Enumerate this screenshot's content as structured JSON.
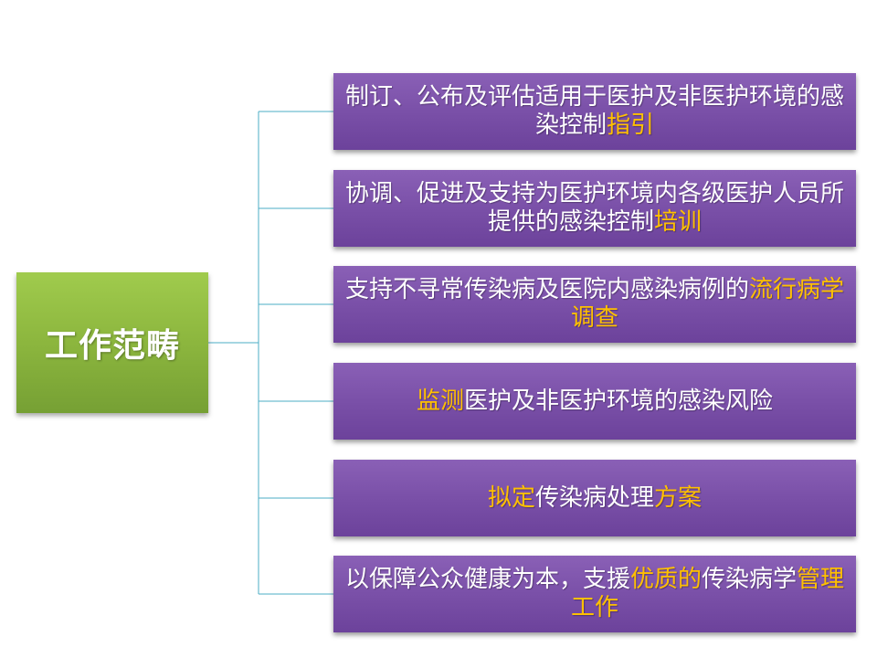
{
  "root": {
    "label": "工作范畴"
  },
  "items": [
    {
      "segments": [
        {
          "text": "制订、公布及评估适用于医护及非医护环境的感染控制",
          "highlight": false
        },
        {
          "text": "指引",
          "highlight": true
        }
      ]
    },
    {
      "segments": [
        {
          "text": "协调、促进及支持为医护环境内各级医护人员所提供的感染控制",
          "highlight": false
        },
        {
          "text": "培训",
          "highlight": true
        }
      ]
    },
    {
      "segments": [
        {
          "text": "支持不寻常传染病及医院内感染病例的",
          "highlight": false
        },
        {
          "text": "流行病学调查",
          "highlight": true
        }
      ]
    },
    {
      "segments": [
        {
          "text": "监测",
          "highlight": true
        },
        {
          "text": "医护及非医护环境的感染风险",
          "highlight": false
        }
      ]
    },
    {
      "segments": [
        {
          "text": "拟定",
          "highlight": true
        },
        {
          "text": "传染病处理",
          "highlight": false
        },
        {
          "text": "方案",
          "highlight": true
        }
      ]
    },
    {
      "segments": [
        {
          "text": "以保障公众健康为本，支援",
          "highlight": false
        },
        {
          "text": "优质的",
          "highlight": true
        },
        {
          "text": "传染病学",
          "highlight": false
        },
        {
          "text": "管理工作",
          "highlight": true
        }
      ]
    }
  ],
  "colors": {
    "highlight": "#ffc000",
    "connector": "#4bacc6",
    "root_box": "#8cb63e",
    "item_box": "#7a50a8",
    "text": "#ffffff"
  }
}
